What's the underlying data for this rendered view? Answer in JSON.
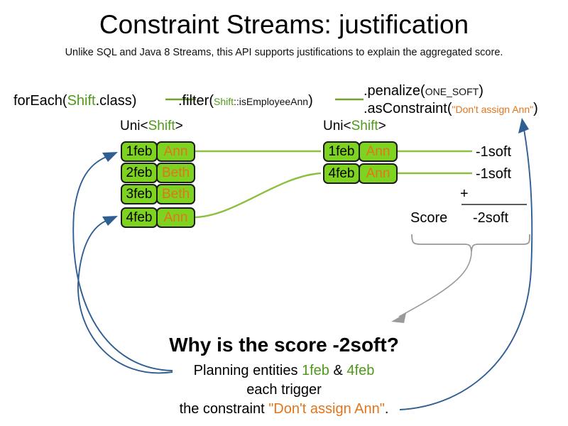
{
  "slide": {
    "title": "Constraint Streams: justification",
    "subtitle": "Unlike SQL and Java 8 Streams, this API supports justifications to explain the aggregated score."
  },
  "code": {
    "foreach": {
      "prefix": "forEach(",
      "type": "Shift",
      "suffix": ".class)"
    },
    "filter": {
      "prefix": ".filter(",
      "type": "Shift",
      "method": "::isEmployeeAnn",
      "suffix": ")"
    },
    "penalize": {
      "prefix": ".penalize(",
      "arg": "ONE_SOFT",
      "suffix": ")"
    },
    "as_constraint": {
      "prefix": ".asConstraint(",
      "arg": "\"Don't assign Ann\"",
      "suffix": ")"
    }
  },
  "streams": {
    "left": {
      "caption": {
        "prefix": "Uni<",
        "type": "Shift",
        "suffix": ">"
      },
      "rows": [
        {
          "date": "1feb",
          "employee": "Ann"
        },
        {
          "date": "2feb",
          "employee": "Beth"
        },
        {
          "date": "3feb",
          "employee": "Beth"
        },
        {
          "date": "4feb",
          "employee": "Ann"
        }
      ]
    },
    "right": {
      "caption": {
        "prefix": "Uni<",
        "type": "Shift",
        "suffix": ">"
      },
      "rows": [
        {
          "date": "1feb",
          "employee": "Ann",
          "penalty": "-1soft"
        },
        {
          "date": "4feb",
          "employee": "Ann",
          "penalty": "-1soft"
        }
      ]
    }
  },
  "score": {
    "label": "Score",
    "operator": "+",
    "total": "-2soft"
  },
  "explanation": {
    "heading": "Why is the score -2soft?",
    "line1_prefix": "Planning entities ",
    "line1_entity_a": "1feb",
    "line1_amp": " & ",
    "line1_entity_b": "4feb",
    "line2": "each trigger",
    "line3_prefix": "the constraint ",
    "line3_constraint": "\"Don't assign Ann\"",
    "line3_suffix": "."
  },
  "colors": {
    "entity_green": "#7ed321",
    "type_green": "#4f9a1a",
    "value_orange": "#e2751c",
    "arrow_blue": "#2e5e92",
    "arrow_gray": "#9a9a9a",
    "stream_line_green": "#8dbf3f"
  }
}
